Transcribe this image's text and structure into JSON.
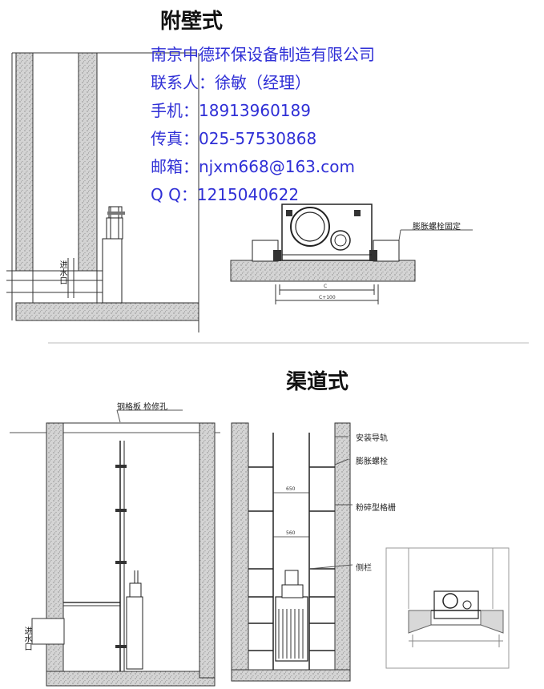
{
  "titles": {
    "wall_type": "附壁式",
    "channel_type": "渠道式"
  },
  "contact": {
    "company": "南京中德环保设备制造有限公司",
    "contact_person": "联系人：徐敏（经理）",
    "phone": "手机：18913960189",
    "fax": "传真：025-57530868",
    "email": "邮箱：njxm668@163.com",
    "qq": "Q Q：1215040622"
  },
  "labels": {
    "inlet_top": "进水口",
    "expansion_bolt_fixed": "膨胀螺栓固定",
    "dim_c": "C",
    "dim_c100": "C+100",
    "steel_grating": "钢格板 检修孔",
    "inlet_bottom": "进水口",
    "install_rail": "安装导轨",
    "expansion_bolt": "膨胀螺栓",
    "grinder_screen": "粉碎型格栅",
    "side_rail": "侧栏",
    "dim_650": "650",
    "dim_560": "560"
  },
  "colors": {
    "contact_text": "#2f2fd6",
    "concrete": "#c9c9c9",
    "line": "#222222"
  }
}
